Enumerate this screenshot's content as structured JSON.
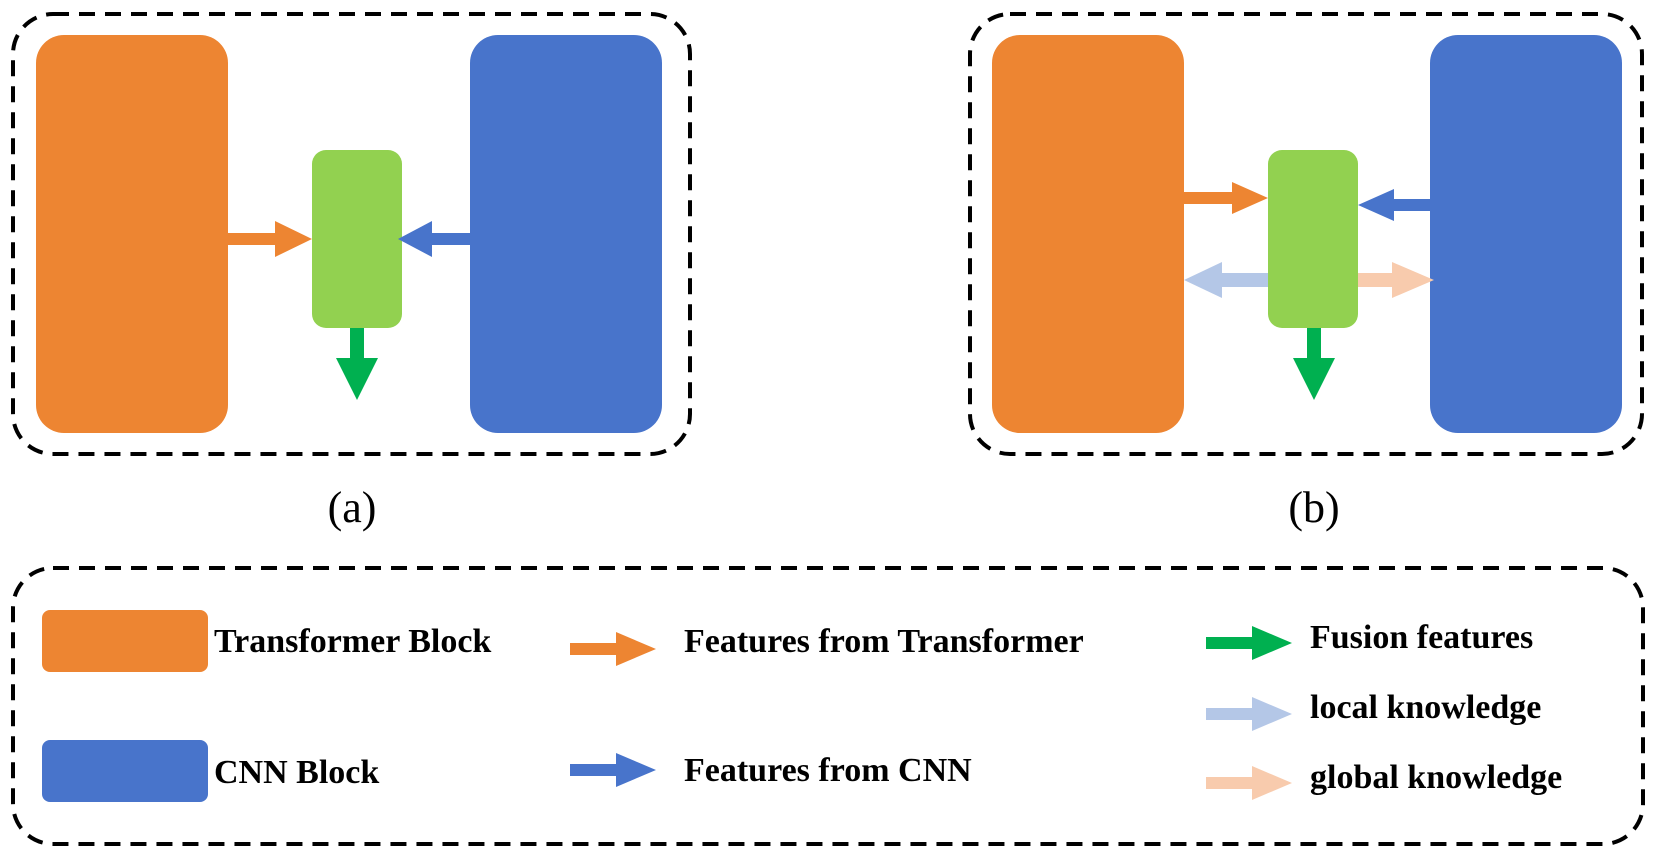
{
  "colors": {
    "transformer": "#ED8532",
    "cnn": "#4874CB",
    "fusion_block": "#92D150",
    "fusion_arrow": "#00B050",
    "local_knowledge": "#B4C7E7",
    "global_knowledge": "#F8CBAD",
    "dashed_border": "#000000"
  },
  "panels": {
    "a": {
      "caption": "(a)"
    },
    "b": {
      "caption": "(b)"
    }
  },
  "legend": {
    "transformer_block": "Transformer Block",
    "cnn_block": "CNN Block",
    "features_transformer": "Features from Transformer",
    "features_cnn": "Features from CNN",
    "fusion_features": "Fusion features",
    "local_knowledge": "local knowledge",
    "global_knowledge": "global knowledge"
  }
}
